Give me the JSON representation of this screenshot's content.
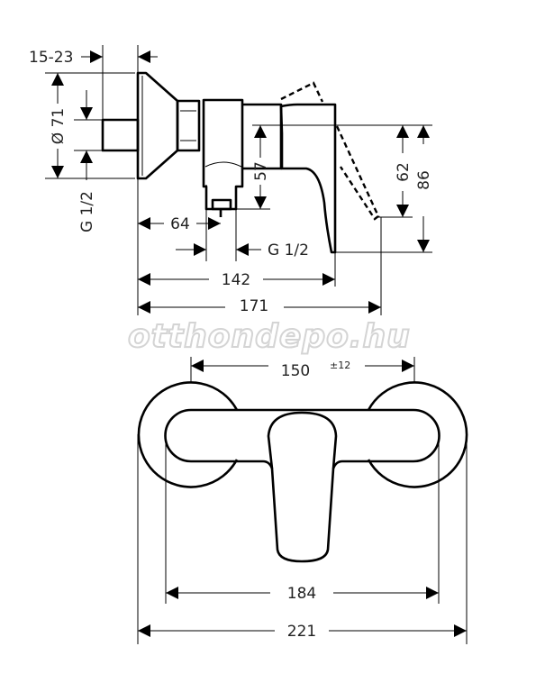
{
  "watermark": "otthondepo.hu",
  "side_view": {
    "dims": {
      "wall_depth": "15-23",
      "rosette_diameter": "Ø 71",
      "inlet_thread": "G 1/2",
      "height_57": "57",
      "height_62": "62",
      "height_86": "86",
      "depth_64": "64",
      "outlet_thread": "G 1/2",
      "depth_142": "142",
      "depth_171": "171"
    }
  },
  "front_view": {
    "dims": {
      "center_distance": "150",
      "center_tolerance": "±12",
      "width_184": "184",
      "width_221": "221"
    }
  }
}
